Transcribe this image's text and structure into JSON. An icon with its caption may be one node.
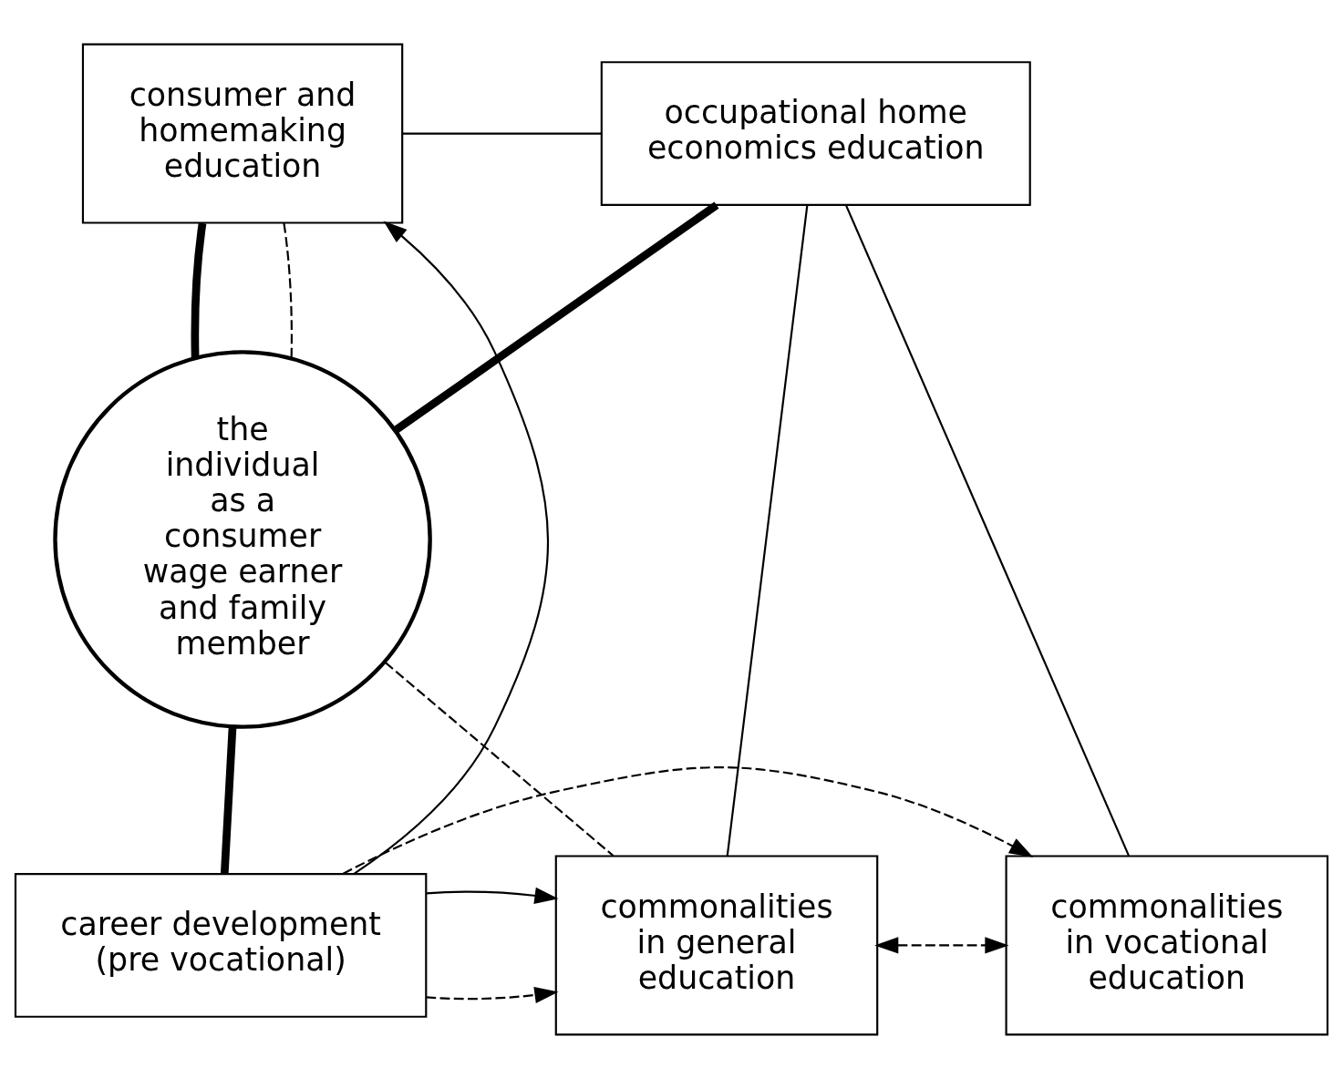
{
  "diagram": {
    "nodes": [
      {
        "text": [
          "consumer and homemaking education"
        ]
      },
      {
        "text": [
          "occupational home economics education"
        ]
      },
      {
        "text": [
          "the individual as a consumer wage earner and family member"
        ]
      },
      {
        "text": [
          "commonalities in general education"
        ]
      },
      {
        "text": [
          "commonalities in vocational education"
        ]
      },
      {
        "text": [
          "career development (pre vocational)"
        ]
      }
    ],
    "edges": [
      {
        "from": 0,
        "to": 1,
        "arrow": "none"
      },
      {
        "from": 0,
        "to": 2,
        "arrow": "none",
        "style": "thick"
      },
      {
        "from": 0,
        "to": 2,
        "arrow": "none",
        "style": "dashed"
      },
      {
        "from": 1,
        "to": 2,
        "arrow": "none",
        "style": "thick"
      },
      {
        "from": 1,
        "to": 3,
        "arrow": "none"
      },
      {
        "from": 1,
        "to": 4,
        "arrow": "none"
      },
      {
        "from": 2,
        "to": 3,
        "arrow": "none",
        "style": "dashed"
      },
      {
        "from": 2,
        "to": 5,
        "arrow": "none",
        "style": "thick"
      },
      {
        "from": 3,
        "to": 4,
        "arrow": "both",
        "style": "dashed"
      },
      {
        "from": 5,
        "to": 0,
        "arrow": "to"
      },
      {
        "from": 5,
        "to": 3,
        "arrow": "to",
        "style": "dashed"
      },
      {
        "from": 5,
        "to": 3,
        "arrow": "to"
      },
      {
        "from": 5,
        "to": 4,
        "arrow": "to",
        "style": "dashed"
      }
    ]
  }
}
